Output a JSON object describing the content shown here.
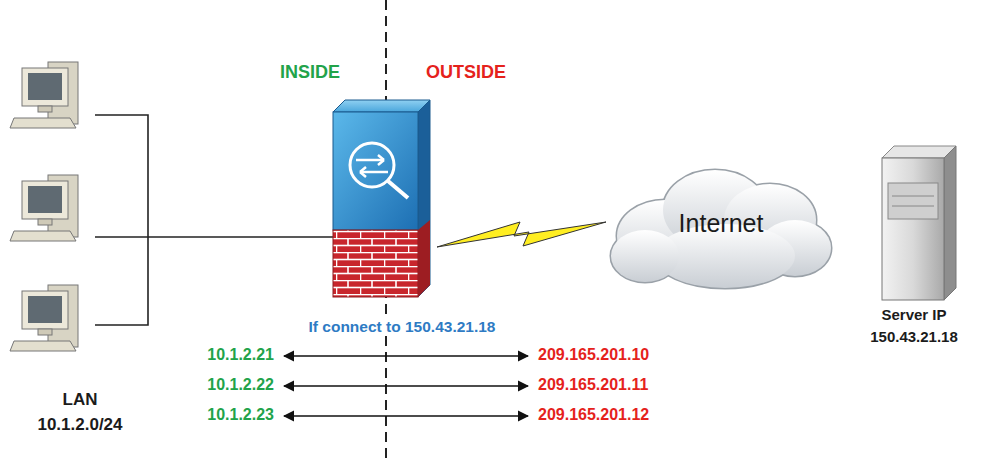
{
  "diagram": {
    "nodes": [
      {
        "text": [
          "LAN 10.1.2.0/24"
        ]
      },
      {
        "text": [
          "Internet"
        ]
      },
      {
        "text": [
          "Server IP 150.43.21.18"
        ]
      }
    ],
    "labels": [
      "INSIDE",
      "OUTSIDE",
      "If connect to 150.43.21.18",
      "10.1.2.21",
      "209.165.201.10",
      "10.1.2.22",
      "209.165.201.11",
      "10.1.2.23",
      "209.165.201.12"
    ]
  }
}
